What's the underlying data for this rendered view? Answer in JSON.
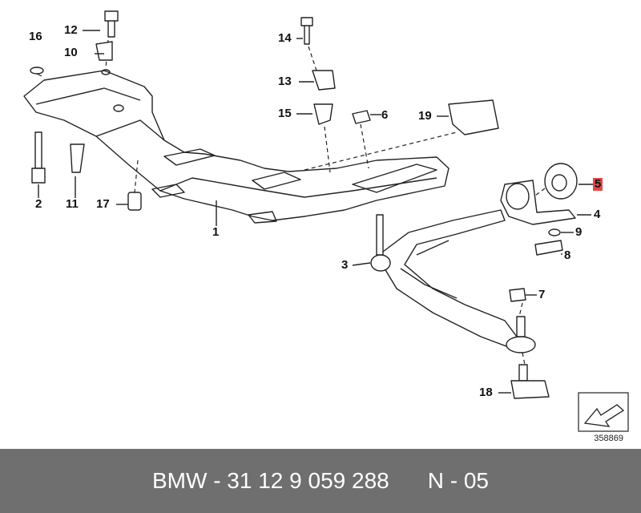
{
  "callouts": {
    "c1": "1",
    "c2": "2",
    "c3": "3",
    "c4": "4",
    "c5": "5",
    "c6": "6",
    "c7": "7",
    "c8": "8",
    "c9": "9",
    "c10": "10",
    "c11": "11",
    "c12": "12",
    "c13": "13",
    "c14": "14",
    "c15": "15",
    "c16": "16",
    "c17": "17",
    "c18": "18",
    "c19": "19"
  },
  "highlight_color": "#e34848",
  "reference_number": "358869",
  "footer": {
    "part_number": "BMW - 31 12 9 059 288",
    "code": "N - 05"
  },
  "icons": [
    "arrow-direction-icon"
  ]
}
